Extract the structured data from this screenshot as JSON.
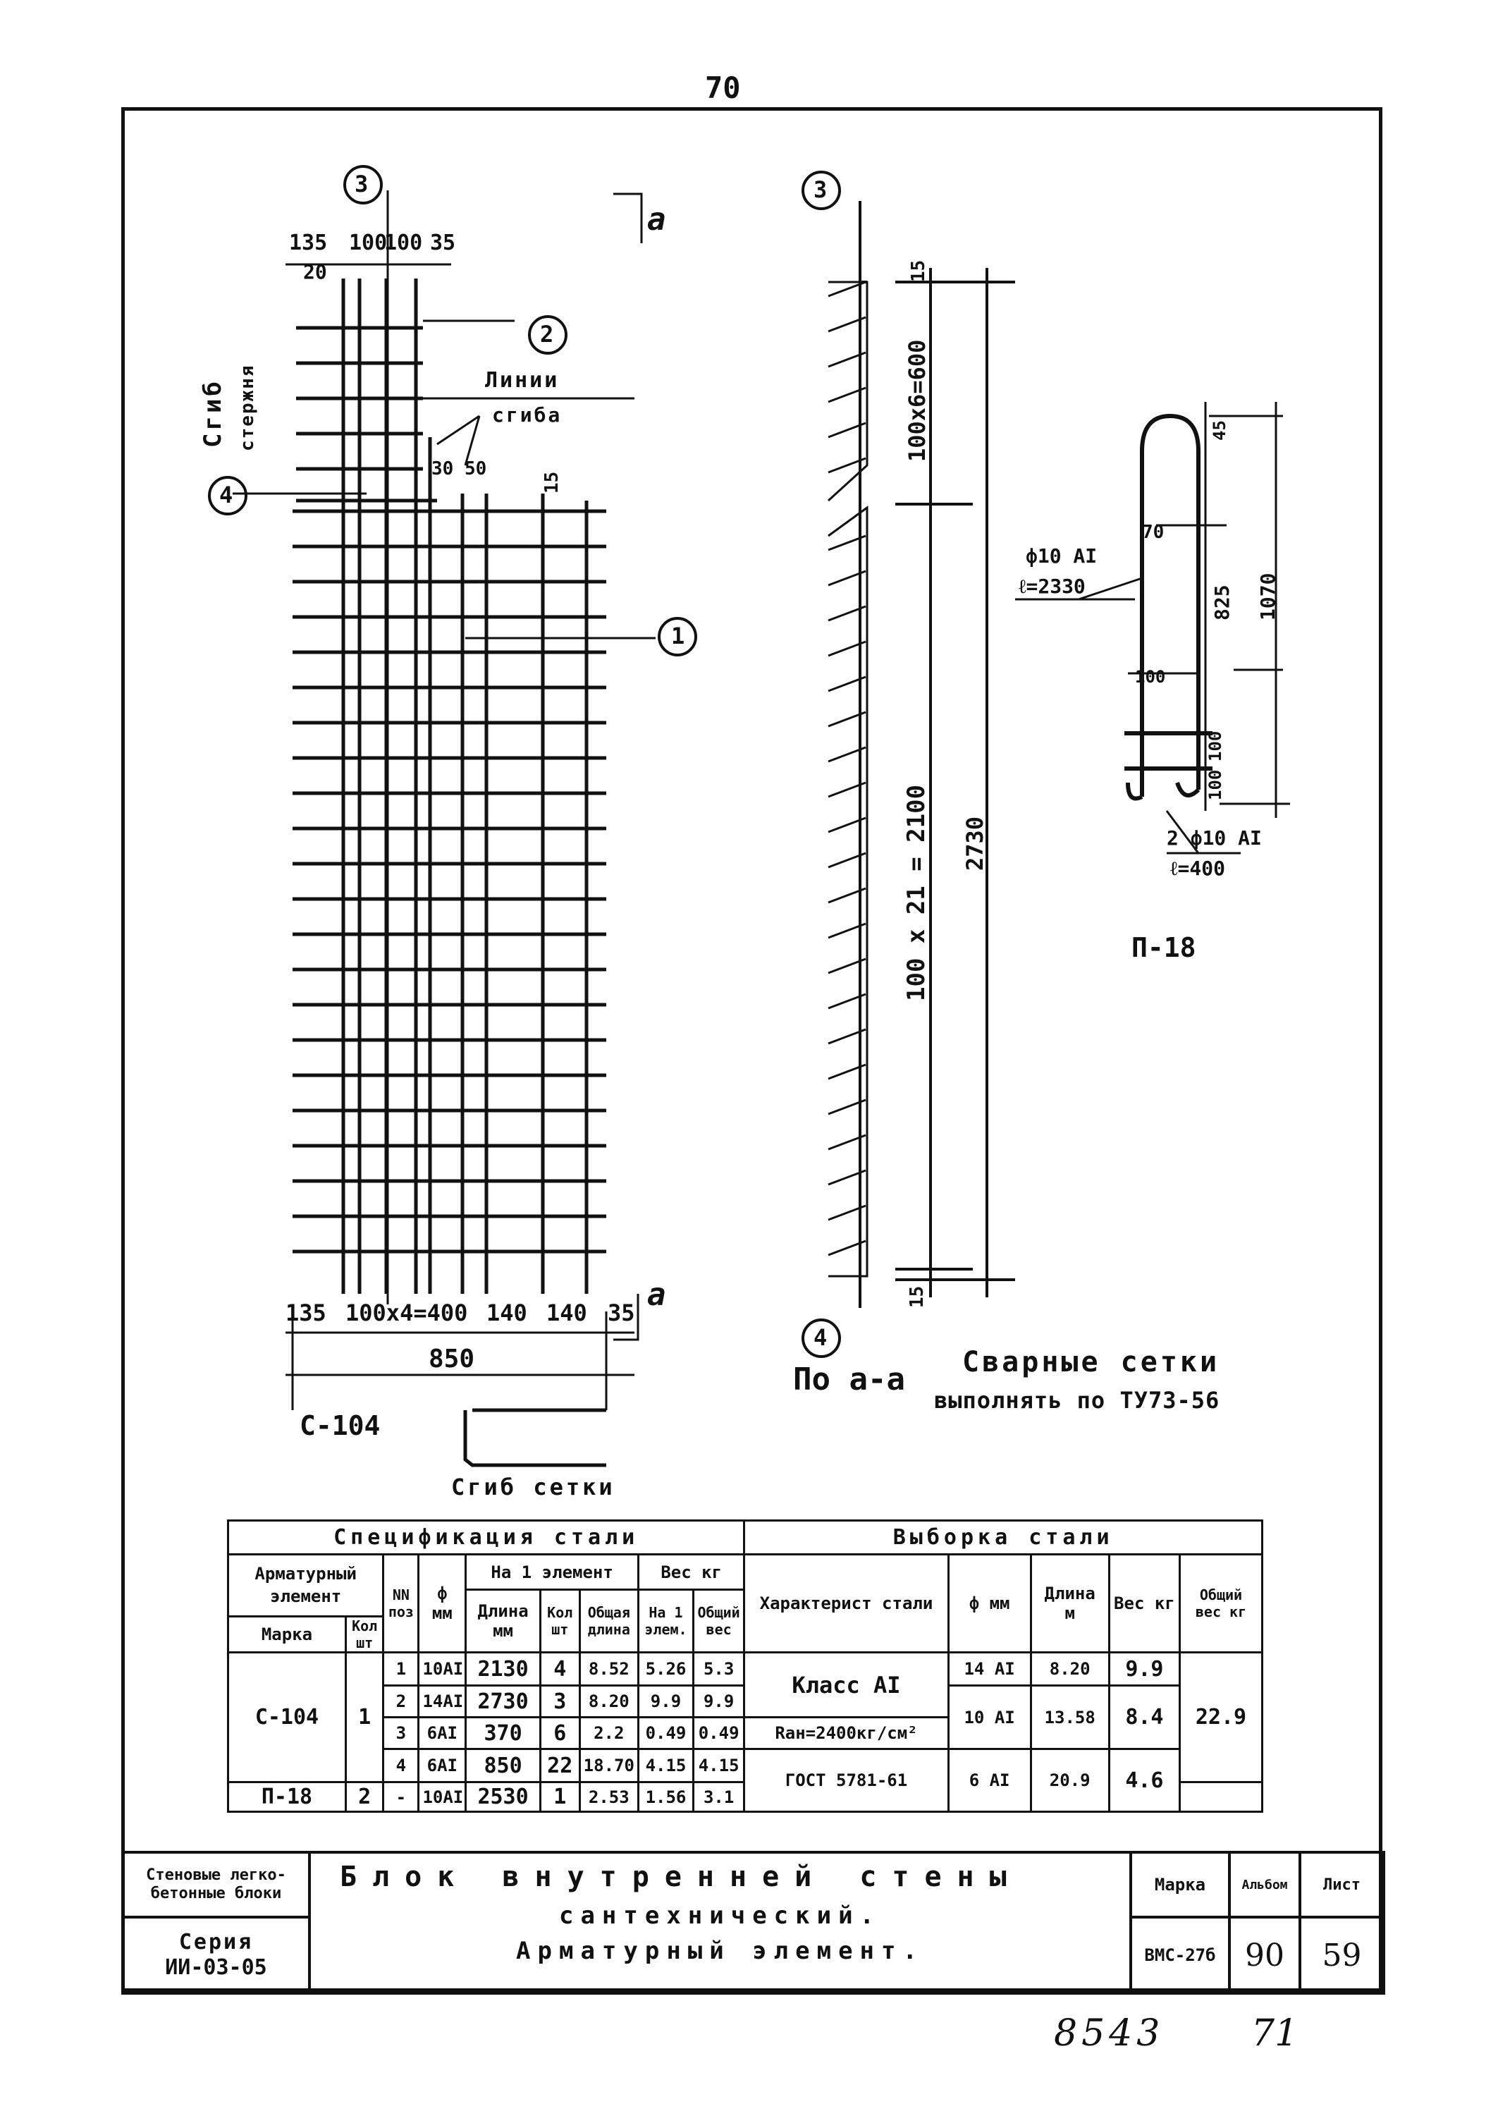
{
  "page_number": "70",
  "drawing_c104": {
    "axis_top": "3",
    "axis_left": "4",
    "callout_2": "2",
    "callout_1": "1",
    "section_mark": "a",
    "section_mark_bottom": "a",
    "dim_top": [
      "135",
      "100",
      "100",
      "35"
    ],
    "dim_top_small": "20",
    "dim_side": "15",
    "dim_3050": "30 50",
    "bend_label_line1": "Сгиб",
    "bend_label_line2": "стержня",
    "bend_lines_line1": "Линии",
    "bend_lines_line2": "сгиба",
    "dim_bottom": [
      "135",
      "100x4=400",
      "140",
      "140",
      "35"
    ],
    "dim_total": "850",
    "mark": "С-104",
    "mesh_bend_caption": "Сгиб сетки"
  },
  "section_aa": {
    "axis_top": "3",
    "axis_bottom": "4",
    "dim_top": "15",
    "dim_upper": "100x6=600",
    "dim_lower": "100 x 21 = 2100",
    "dim_total": "2730",
    "dim_bottom": "15",
    "caption": "По а-а",
    "note_line1": "Сварные сетки",
    "note_line2": "выполнять по ТУ73-56"
  },
  "loop_p18": {
    "bar_label_1": "ф10 АI",
    "bar_length_1": "ℓ=2330",
    "bar_label_2": "2 ф10 АI",
    "bar_length_2": "ℓ=400",
    "dim_70": "70",
    "dim_45": "45",
    "dim_825": "825",
    "dim_1070": "1070",
    "dim_100a": "100",
    "dim_100b": "100",
    "dim_100c": "100",
    "mark": "П-18"
  },
  "spec_table": {
    "title_spec": "Спецификация стали",
    "title_sel": "Выборка стали",
    "h_elem": "Арматурный элемент",
    "h_mark": "Марка",
    "h_qty": "Кол шт",
    "h_pos": "NN поз",
    "h_dia": "ф мм",
    "h_one": "На 1 элемент",
    "h_len": "Длина мм",
    "h_cnt": "Кол шт",
    "h_total_len": "Общая длина",
    "h_weight": "Вес кг",
    "h_w1": "На 1 элем.",
    "h_wtot": "Общий вес",
    "h_char": "Характерист стали",
    "h_sdia": "ф мм",
    "h_slen": "Длина м",
    "h_sw": "Вес кг",
    "h_stot": "Общий вес кг",
    "rows": [
      {
        "mark": "С-104",
        "qty": "1",
        "pos": "1",
        "dia": "10АI",
        "len": "2130",
        "cnt": "4",
        "tl": "8.52",
        "w1": "5.26",
        "wt": "5.3"
      },
      {
        "mark": "",
        "qty": "",
        "pos": "2",
        "dia": "14АI",
        "len": "2730",
        "cnt": "3",
        "tl": "8.20",
        "w1": "9.9",
        "wt": "9.9"
      },
      {
        "mark": "",
        "qty": "",
        "pos": "3",
        "dia": "6АI",
        "len": "370",
        "cnt": "6",
        "tl": "2.2",
        "w1": "0.49",
        "wt": "0.49"
      },
      {
        "mark": "",
        "qty": "",
        "pos": "4",
        "dia": "6АI",
        "len": "850",
        "cnt": "22",
        "tl": "18.70",
        "w1": "4.15",
        "wt": "4.15"
      },
      {
        "mark": "П-18",
        "qty": "2",
        "pos": "-",
        "dia": "10АI",
        "len": "2530",
        "cnt": "1",
        "tl": "2.53",
        "w1": "1.56",
        "wt": "3.1"
      }
    ],
    "sel_class": "Класс АI",
    "sel_rn": "Rан=2400кг/см²",
    "sel_gost": "ГОСТ 5781-61",
    "sel_rows": [
      {
        "dia": "14 АI",
        "len": "8.20",
        "w": "9.9"
      },
      {
        "dia": "10 АI",
        "len": "13.58",
        "w": "8.4"
      },
      {
        "dia": "6 АI",
        "len": "20.9",
        "w": "4.6"
      }
    ],
    "sel_total": "22.9"
  },
  "title_block": {
    "left_top": "Стеновые легко-бетонные блоки",
    "series_label": "Серия",
    "series_value": "ИИ-03-05",
    "title_line1": "Блок внутренней стены",
    "title_line2": "сантехнический.",
    "title_line3": "Арматурный элемент.",
    "h_mark": "Марка",
    "h_album": "Альбом",
    "h_sheet": "Лист",
    "v_mark": "ВМС-27б",
    "v_album": "90",
    "v_sheet": "59"
  },
  "handwritten": {
    "number_1": "8543",
    "number_2": "71"
  }
}
